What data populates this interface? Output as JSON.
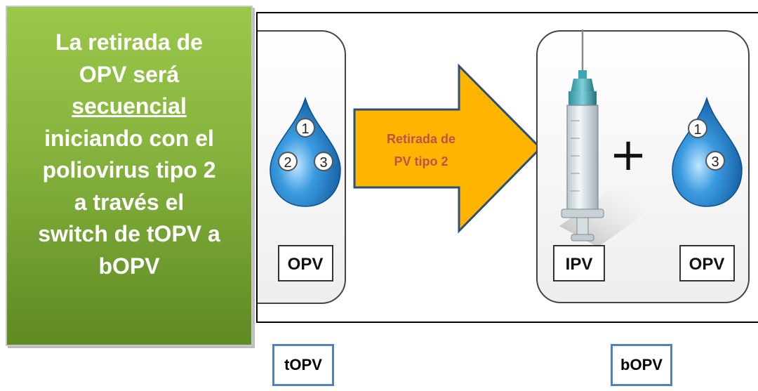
{
  "left_panel": {
    "line1": "La retirada de",
    "line2": "OPV será",
    "line3_underlined": "secuencial",
    "line4": "iniciando con el",
    "line5": "poliovirus tipo 2",
    "line6": "a través el",
    "line7": "switch de tOPV a",
    "line8": "bOPV"
  },
  "diagram": {
    "left_drop_numbers": [
      "1",
      "2",
      "3"
    ],
    "left_tag": "OPV",
    "arrow_line1": "Retirada de",
    "arrow_line2": "PV  tipo 2",
    "plus_sign": "+",
    "right_drop_numbers": [
      "1",
      "3"
    ],
    "ipv_tag": "IPV",
    "right_tag": "OPV"
  },
  "bottom_labels": {
    "left": "tOPV",
    "right": "bOPV"
  },
  "colors": {
    "green_top": "#9bc84a",
    "green_bottom": "#5e8a22",
    "arrow_fill": "#ffb400",
    "arrow_text": "#c0504d",
    "drop_blue": "#1c6fb8",
    "label_border": "#4f81bd"
  }
}
